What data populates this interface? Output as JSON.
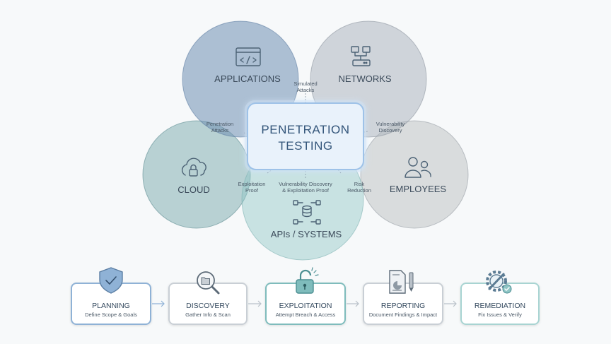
{
  "venn": {
    "center_lines": [
      "PENETRATION",
      "TESTING"
    ],
    "circles": {
      "applications": "APPLICATIONS",
      "networks": "NETWORKS",
      "cloud": "CLOUD",
      "employees": "EMPLOYEES",
      "apis": "APIs / SYSTEMS"
    },
    "overlaps": {
      "simulated_attacks": [
        "Simulated",
        "Attacks"
      ],
      "penetration_attacks": [
        "Penetration",
        "Attacks"
      ],
      "vulnerability_discovery": [
        "Vulnerability",
        "Discovery"
      ],
      "exploitation_proof": [
        "Exploitation",
        "Proof"
      ],
      "vuln_exploit_proof": [
        "Vulnerability Discovery",
        "& Exploitation Proof"
      ],
      "risk_reduction": [
        "Risk",
        "Reduction"
      ]
    },
    "colors": {
      "applications": "#6f8fb3",
      "networks": "#a7b0ba",
      "cloud": "#6a9fa3",
      "employees": "#b3b7ba",
      "apis": "#8fc5c5",
      "center_fill": "#e7f1fb",
      "center_border": "#9ec2e8"
    }
  },
  "process": {
    "steps": [
      {
        "title": "PLANNING",
        "subtitle": "Define Scope & Goals",
        "icon": "shield-check-icon",
        "border": "#8fb2d6"
      },
      {
        "title": "DISCOVERY",
        "subtitle": "Gather Info & Scan",
        "icon": "magnifier-folder-icon",
        "border": "#c9cfd5"
      },
      {
        "title": "EXPLOITATION",
        "subtitle": "Attempt Breach & Access",
        "icon": "unlocked-padlock-icon",
        "border": "#7fbcbc"
      },
      {
        "title": "REPORTING",
        "subtitle": "Document Findings & Impact",
        "icon": "report-document-icon",
        "border": "#c9cfd5"
      },
      {
        "title": "REMEDIATION",
        "subtitle": "Fix Issues & Verify",
        "icon": "gear-wrench-icon",
        "border": "#a8d4d2"
      }
    ]
  }
}
